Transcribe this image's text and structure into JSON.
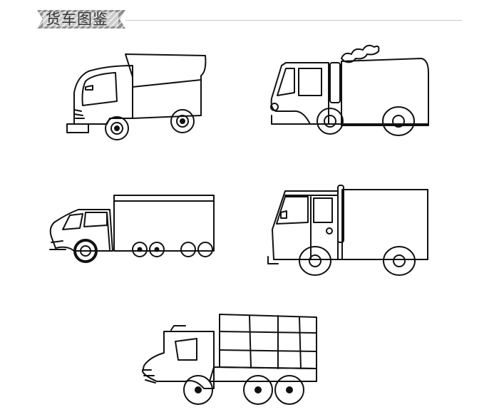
{
  "page": {
    "title": "货车图鉴"
  },
  "colors": {
    "stroke": "#111111",
    "banner_fill": "#8f8f8f",
    "banner_stripe": "#d8d8d8",
    "rule": "#c8c8c8"
  },
  "illustrations": [
    {
      "name": "box-truck-1",
      "icon": "truck-icon"
    },
    {
      "name": "smokestack-truck",
      "icon": "truck-icon"
    },
    {
      "name": "long-trailer-truck",
      "icon": "truck-icon"
    },
    {
      "name": "square-cab-truck",
      "icon": "truck-icon"
    },
    {
      "name": "crate-dump-truck",
      "icon": "truck-icon"
    }
  ]
}
